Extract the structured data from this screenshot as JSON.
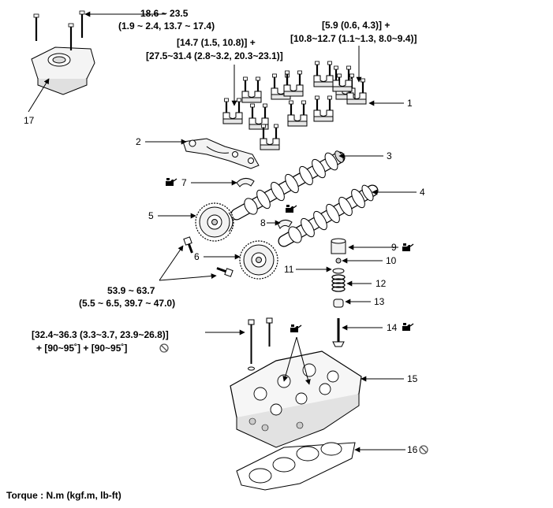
{
  "torque_labels": {
    "top_left_line1": "18.6 ~ 23.5",
    "top_left_line2": "(1.9 ~ 2.4, 13.7 ~ 17.4)",
    "top_right_line1": "[5.9 (0.6, 4.3)] +",
    "top_right_line2": "[10.8~12.7 (1.1~1.3, 8.0~9.4)]",
    "mid_line1": "[14.7 (1.5, 10.8)] +",
    "mid_line2": "[27.5~31.4 (2.8~3.2, 20.3~23.1)]",
    "sprocket_line1": "53.9 ~ 63.7",
    "sprocket_line2": "(5.5 ~ 6.5, 39.7 ~ 47.0)",
    "head_line1": "[32.4~36.3 (3.3~3.7, 23.9~26.8)]",
    "head_line2": "+ [90~95˚] + [90~95˚]"
  },
  "footer": "Torque : N.m (kgf.m, lb-ft)",
  "callouts": [
    "1",
    "2",
    "3",
    "4",
    "5",
    "6",
    "7",
    "8",
    "9",
    "10",
    "11",
    "12",
    "13",
    "14",
    "15",
    "16",
    "17"
  ],
  "icons": {
    "oil": "oil-can-icon",
    "no_reuse": "no-reuse-icon"
  },
  "colors": {
    "line": "#000000",
    "fill": "#ffffff",
    "shade": "#d9d9d9"
  }
}
